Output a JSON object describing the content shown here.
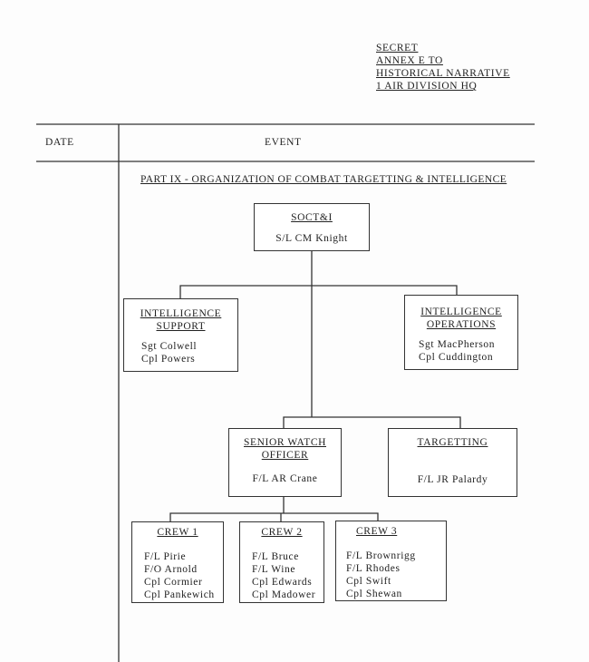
{
  "header": {
    "lines": [
      "SECRET",
      "ANNEX E TO",
      "HISTORICAL NARRATIVE",
      "1 AIR DIVISION HQ"
    ]
  },
  "table": {
    "col_date": "DATE",
    "col_event": "EVENT"
  },
  "title": "PART IX  - ORGANIZATION OF COMBAT TARGETTING & INTELLIGENCE",
  "org": {
    "root": {
      "title": "SOCT&I",
      "people": [
        "S/L CM Knight"
      ]
    },
    "intel_support": {
      "title": [
        "INTELLIGENCE",
        "SUPPORT"
      ],
      "people": [
        "Sgt Colwell",
        "Cpl Powers"
      ]
    },
    "intel_ops": {
      "title": [
        "INTELLIGENCE",
        "OPERATIONS"
      ],
      "people": [
        "Sgt MacPherson",
        "Cpl Cuddington"
      ]
    },
    "swo": {
      "title": [
        "SENIOR WATCH",
        "OFFICER"
      ],
      "people": [
        "F/L AR Crane"
      ]
    },
    "targetting": {
      "title": "TARGETTING",
      "people": [
        "F/L JR Palardy"
      ]
    },
    "crews": [
      {
        "title": "CREW 1",
        "people": [
          "F/L Pirie",
          "F/O Arnold",
          "Cpl Cormier",
          "Cpl Pankewich"
        ]
      },
      {
        "title": "CREW 2",
        "people": [
          "F/L Bruce",
          "F/L Wine",
          "Cpl Edwards",
          "Cpl Madower"
        ]
      },
      {
        "title": "CREW 3",
        "people": [
          "F/L Brownrigg",
          "F/L Rhodes",
          "Cpl Swift",
          "Cpl Shewan"
        ]
      }
    ]
  }
}
